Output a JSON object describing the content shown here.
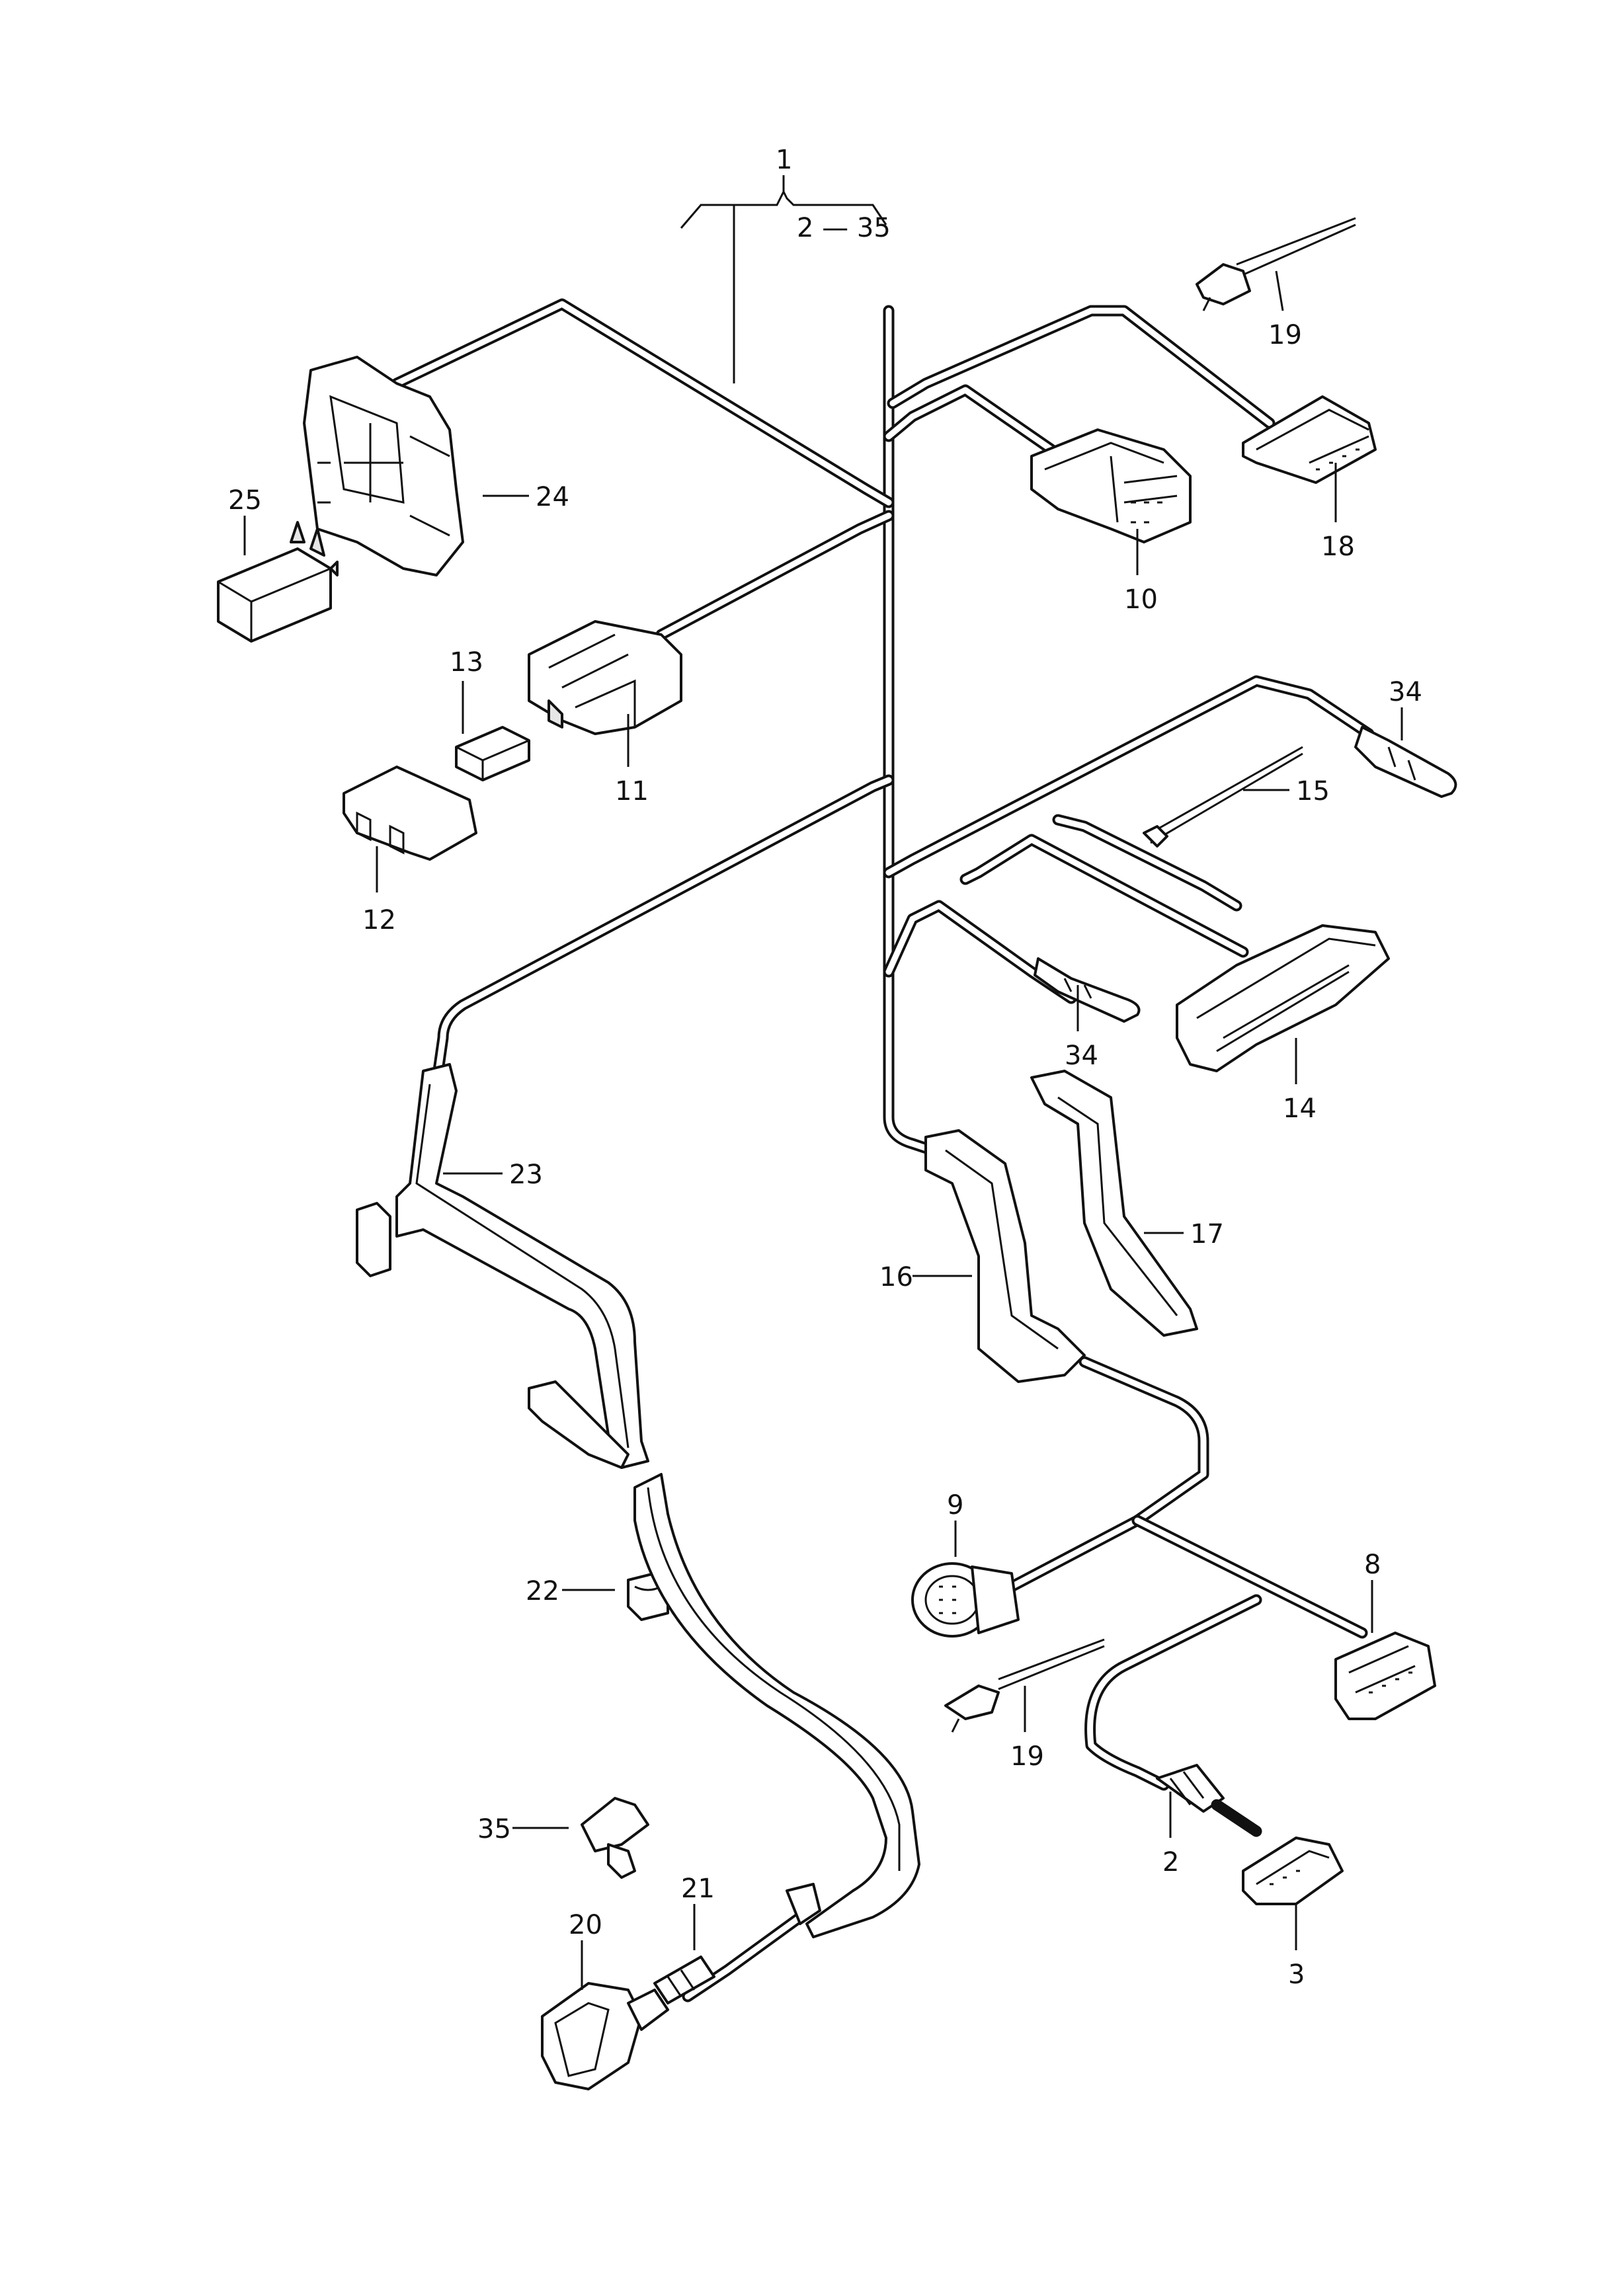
{
  "callouts": {
    "c1": "1",
    "c_range": "2 — 35",
    "c2": "2",
    "c3": "3",
    "c8": "8",
    "c9": "9",
    "c10": "10",
    "c11": "11",
    "c12": "12",
    "c13": "13",
    "c14": "14",
    "c15": "15",
    "c16": "16",
    "c17": "17",
    "c18": "18",
    "c19a": "19",
    "c19b": "19",
    "c20": "20",
    "c21": "21",
    "c22": "22",
    "c23": "23",
    "c24": "24",
    "c25": "25",
    "c34a": "34",
    "c34b": "34",
    "c35": "35"
  },
  "colors": {
    "line": "#111111",
    "background": "#ffffff"
  }
}
